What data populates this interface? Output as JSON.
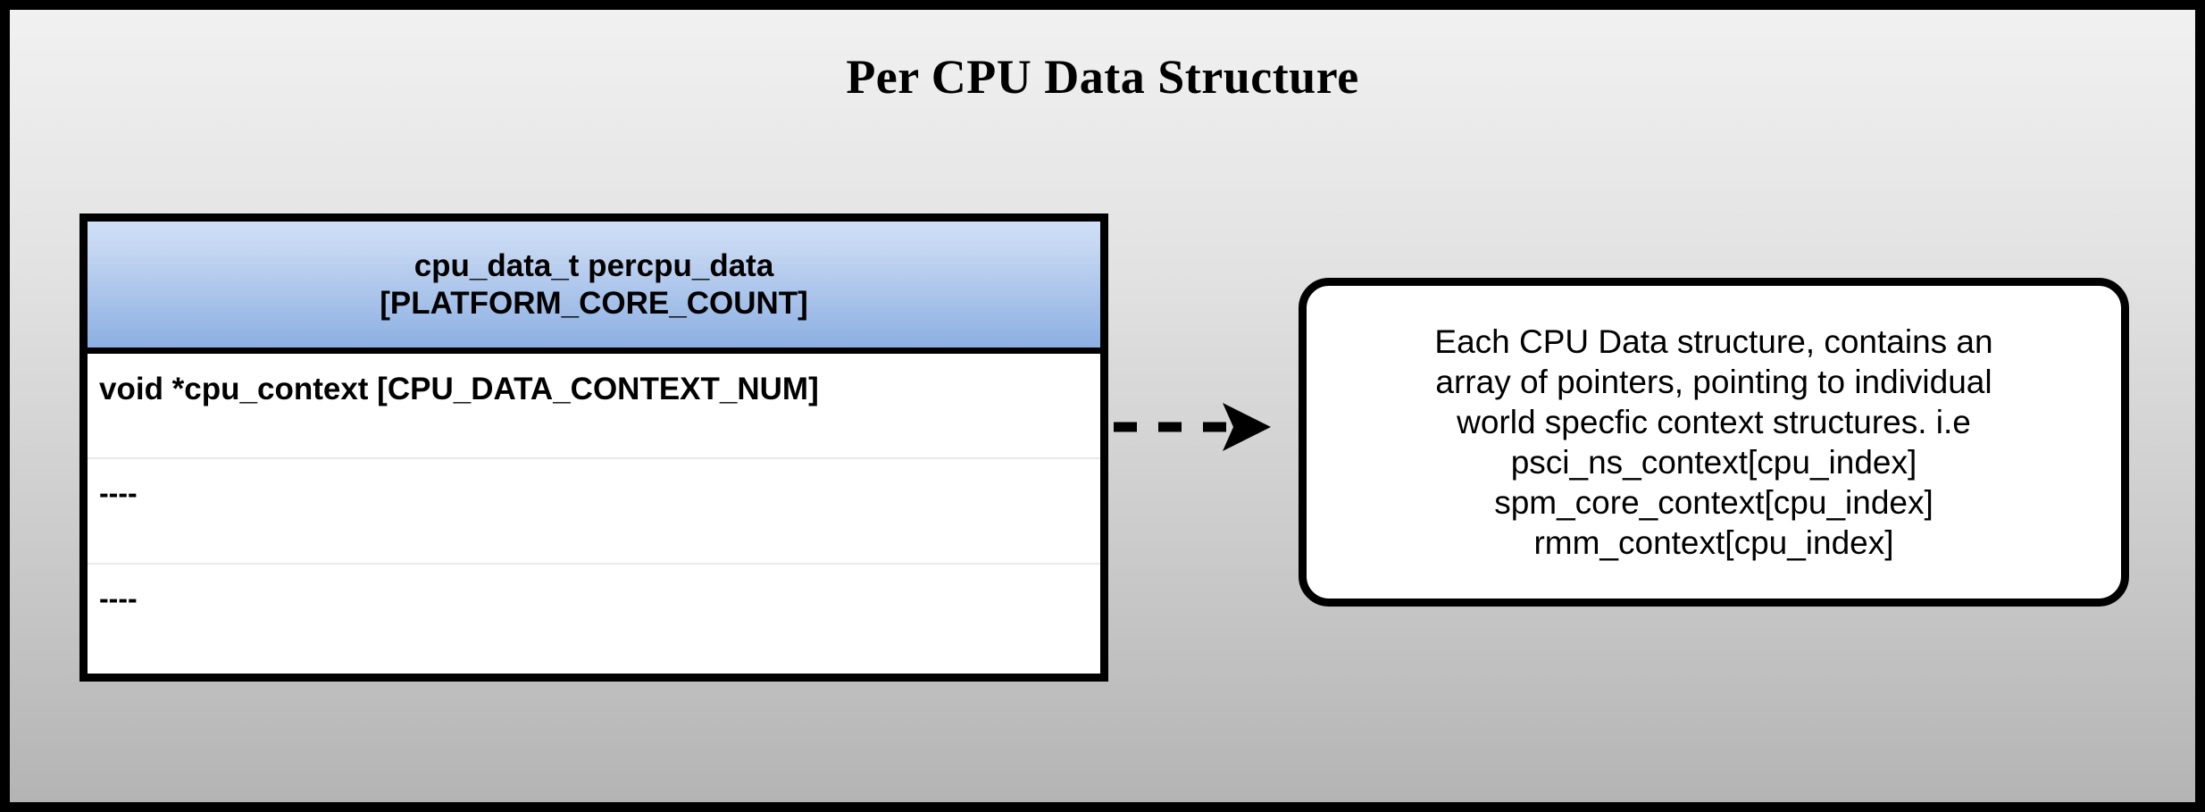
{
  "diagram": {
    "title": "Per CPU Data Structure",
    "background": {
      "gradient_top": "#f1f1f1",
      "gradient_bottom": "#b4b4b4",
      "border_color": "#000000"
    }
  },
  "struct_table": {
    "header": {
      "line1": "cpu_data_t percpu_data",
      "line2": "[PLATFORM_CORE_COUNT]",
      "gradient_top": "#cfdff6",
      "gradient_bottom": "#8cb0e2"
    },
    "rows": [
      {
        "text": "void *cpu_context [CPU_DATA_CONTEXT_NUM]"
      },
      {
        "text": "----"
      },
      {
        "text": "----"
      }
    ]
  },
  "connector": {
    "style": "dashed-arrow",
    "direction": "right",
    "color": "#000000"
  },
  "note": {
    "lines": [
      "Each CPU Data structure, contains an",
      "array of pointers, pointing to individual",
      "world specfic context structures. i.e",
      "psci_ns_context[cpu_index]",
      "spm_core_context[cpu_index]",
      "rmm_context[cpu_index]"
    ]
  }
}
